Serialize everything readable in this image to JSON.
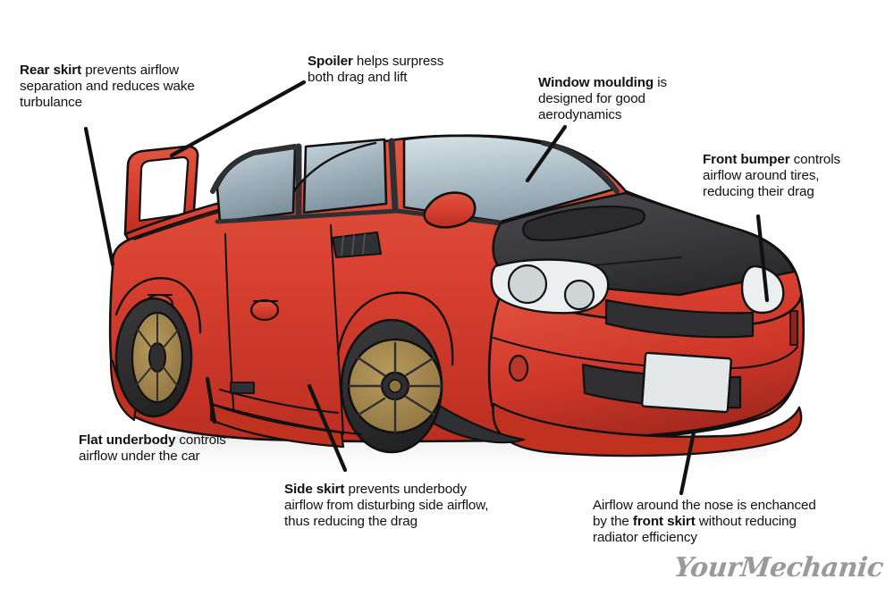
{
  "diagram": {
    "title": "Car aerodynamic components diagram",
    "subject": "red sport sedan three-quarter front view",
    "background_color": "#ffffff",
    "body_color": "#d94030",
    "body_shadow_color": "#b22b20",
    "hood_color": "#3a3a3c",
    "glass_color": "#9fb0bb",
    "wheel_color": "#a88a4e",
    "tire_color": "#2e2e30",
    "outline_color": "#111111",
    "text_color": "#111111",
    "logo_color": "#9a9a9a"
  },
  "callouts": [
    {
      "id": "rear-skirt",
      "term": "Rear skirt",
      "rest_line1": " prevents airflow",
      "line2": "separation and reduces wake",
      "line3": "turbulance"
    },
    {
      "id": "spoiler",
      "term": "Spoiler",
      "rest_line1": " helps surpress",
      "line2": "both drag and lift",
      "line3": ""
    },
    {
      "id": "window-moulding",
      "term": "Window moulding",
      "rest_line1": " is",
      "line2": "designed for good",
      "line3": "aerodynamics"
    },
    {
      "id": "front-bumper",
      "term": "Front bumper",
      "rest_line1": " controls",
      "line2": "airflow around tires,",
      "line3": "reducing their drag"
    },
    {
      "id": "flat-underbody",
      "term": "Flat underbody",
      "rest_line1": " controls",
      "line2": "airflow under the car",
      "line3": ""
    },
    {
      "id": "side-skirt",
      "term": "Side skirt",
      "rest_line1": " prevents underbody",
      "line2": "airflow from disturbing side airflow,",
      "line3": "thus reducing the drag"
    },
    {
      "id": "front-skirt",
      "pre_line1": "Airflow around the nose is enchanced",
      "line2_pre": "by the ",
      "term": "front skirt",
      "line2_post": " without reducing",
      "line3": "radiator efficiency"
    }
  ],
  "logo": {
    "text": "YourMechanic"
  }
}
